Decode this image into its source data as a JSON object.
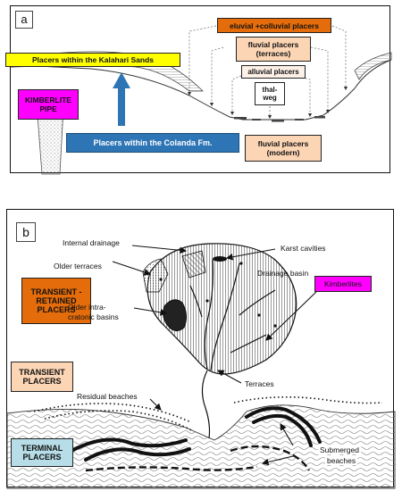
{
  "panel_a": {
    "letter": "a",
    "kalahari": "Placers within the Kalahari Sands",
    "kimberlite_pipe_1": "KIMBERLITE",
    "kimberlite_pipe_2": "PIPE",
    "colanda": "Placers within the Colanda Fm.",
    "eluvial": "eluvial +colluvial placers",
    "fluvial_terraces_1": "fluvial placers",
    "fluvial_terraces_2": "(terraces)",
    "alluvial": "alluvial placers",
    "thalweg_1": "thal-",
    "thalweg_2": "weg",
    "fluvial_modern_1": "fluvial placers",
    "fluvial_modern_2": "(modern)"
  },
  "panel_b": {
    "letter": "b",
    "internal_drainage": "Internal drainage",
    "karst": "Karst cavities",
    "older_terraces": "Older terraces",
    "drainage_basin": "Drainage basin",
    "transient_retained_1": "TRANSIENT -",
    "transient_retained_2": "RETAINED",
    "transient_retained_3": "PLACERS",
    "kimberlites": "Kimberlites",
    "older_basins_1": "Older intra-",
    "older_basins_2": "cratonic basins",
    "transient_1": "TRANSIENT",
    "transient_2": "PLACERS",
    "terraces": "Terraces",
    "residual_beaches": "Residual beaches",
    "terminal_1": "TERMINAL",
    "terminal_2": "PLACERS",
    "submerged_1": "Submerged",
    "submerged_2": "beaches"
  },
  "colors": {
    "kalahari_box": "#ffff00",
    "kimberlite_box": "#ff00ff",
    "colanda_box": "#2e75b6",
    "eluvial_box": "#e46c0a",
    "fluvial_box": "#fcd5b5",
    "transient_retained_box": "#e46c0a",
    "transient_box": "#fcd5b5",
    "terminal_box": "#b7dee8",
    "arrow_blue": "#2e75b6"
  }
}
